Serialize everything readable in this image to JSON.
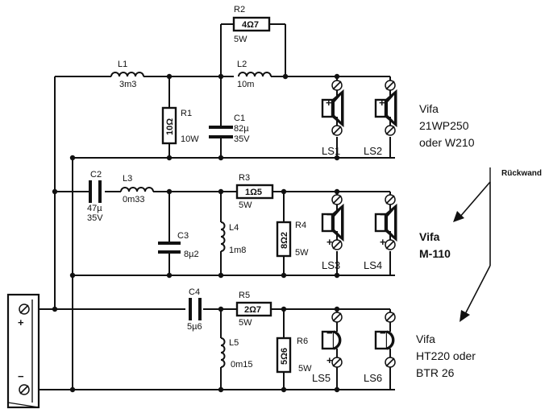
{
  "components": {
    "L1": {
      "ref": "L1",
      "value": "3m3"
    },
    "L2": {
      "ref": "L2",
      "value": "10m"
    },
    "R2": {
      "ref": "R2",
      "value": "4Ω7",
      "power": "5W"
    },
    "R1": {
      "ref": "R1",
      "value": "10Ω",
      "power": "10W"
    },
    "C1": {
      "ref": "C1",
      "value": "82µ",
      "voltage": "35V"
    },
    "C2": {
      "ref": "C2",
      "value": "47µ",
      "voltage": "35V"
    },
    "L3": {
      "ref": "L3",
      "value": "0m33"
    },
    "R3": {
      "ref": "R3",
      "value": "1Ω5",
      "power": "5W"
    },
    "C3": {
      "ref": "C3",
      "value": "8µ2"
    },
    "L4": {
      "ref": "L4",
      "value": "1m8"
    },
    "R4": {
      "ref": "R4",
      "value": "8Ω2",
      "power": "5W"
    },
    "C4": {
      "ref": "C4",
      "value": "5µ6"
    },
    "R5": {
      "ref": "R5",
      "value": "2Ω7",
      "power": "5W"
    },
    "L5": {
      "ref": "L5",
      "value": "0m15"
    },
    "R6": {
      "ref": "R6",
      "value": "5Ω6",
      "power": "5W"
    }
  },
  "speakers": {
    "LS1": "LS1",
    "LS2": "LS2",
    "LS3": "LS3",
    "LS4": "LS4",
    "LS5": "LS5",
    "LS6": "LS6"
  },
  "groups": {
    "woofer_line1": "Vifa",
    "woofer_line2": "21WP250",
    "woofer_line3": "oder W210",
    "mid_line1": "Vifa",
    "mid_line2": "M-110",
    "tweeter_line1": "Vifa",
    "tweeter_line2": "HT220 oder",
    "tweeter_line3": "BTR 26"
  },
  "annotation": "Rückwand",
  "input": {
    "plus": "+",
    "minus": "−"
  },
  "polarity": {
    "plus": "+",
    "minus": "−"
  }
}
